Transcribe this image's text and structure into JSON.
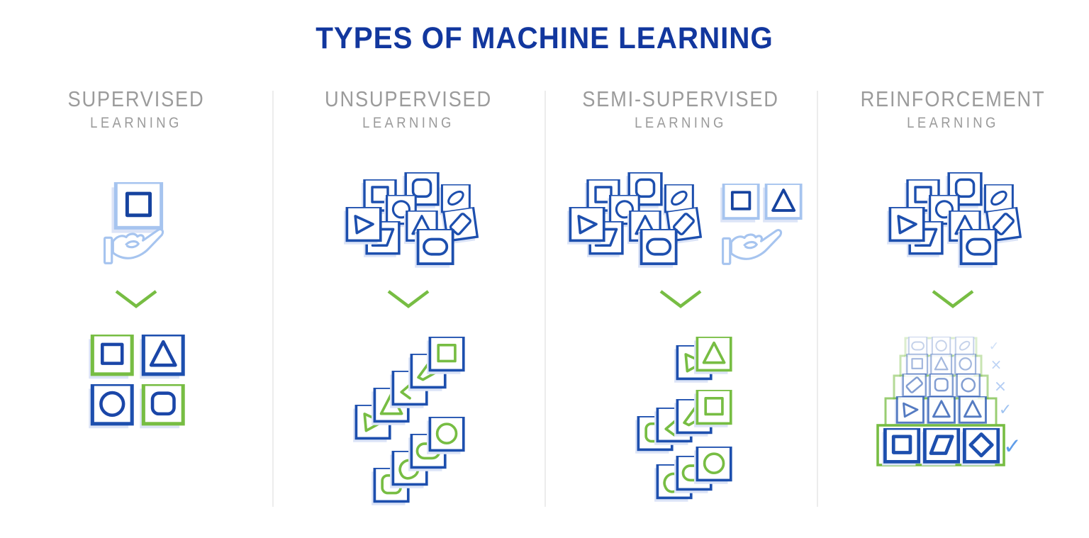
{
  "title": "TYPES OF MACHINE LEARNING",
  "colors": {
    "title_blue": "#12379e",
    "card_blue": "#1d4fae",
    "shape_dark_blue": "#16439f",
    "light_blue": "#a6c4ef",
    "shadow_blue": "#dce4f7",
    "green": "#77bd43",
    "header_gray": "#9b9b9b",
    "divider_gray": "#ececec"
  },
  "columns": [
    {
      "name": "SUPERVISED",
      "subtitle": "LEARNING",
      "input_icons": [
        "labeled-card-icon",
        "offering-hand-icon"
      ],
      "arrow_icon": "chevron-down-icon",
      "output_icons": [
        "green-square-card-icon",
        "blue-triangle-card-icon",
        "blue-circle-card-icon",
        "green-rounded-square-card-icon"
      ]
    },
    {
      "name": "UNSUPERVISED",
      "subtitle": "LEARNING",
      "input_icons": [
        "unlabeled-data-pile-icon"
      ],
      "arrow_icon": "chevron-down-icon",
      "output_icons": [
        "angular-shapes-cluster-icon",
        "round-shapes-cluster-icon"
      ]
    },
    {
      "name": "SEMI-SUPERVISED",
      "subtitle": "LEARNING",
      "input_icons": [
        "unlabeled-data-pile-icon",
        "labeled-square-card-icon",
        "labeled-triangle-card-icon",
        "offering-hand-icon"
      ],
      "arrow_icon": "chevron-down-icon",
      "output_icons": [
        "triangle-cluster-icon",
        "square-cluster-icon",
        "round-cluster-icon"
      ]
    },
    {
      "name": "REINFORCEMENT",
      "subtitle": "LEARNING",
      "input_icons": [
        "unlabeled-data-pile-icon"
      ],
      "arrow_icon": "chevron-down-icon",
      "output_icons": [
        "reward-pyramid-icon"
      ],
      "reward_marks": [
        "✓",
        "×",
        "×",
        "✓",
        "✓"
      ]
    }
  ]
}
